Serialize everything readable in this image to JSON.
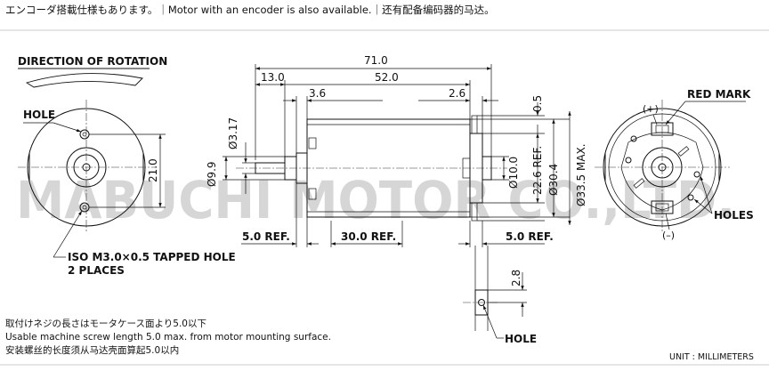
{
  "header": {
    "text": "エンコーダ搭載仕様もあります。｜Motor with an encoder is also available.｜还有配备编码器的马达。"
  },
  "watermark": "MABUCHI MOTOR CO.,LTD.",
  "left_view": {
    "rotation_label": "DIRECTION OF ROTATION",
    "hole_label": "HOLE",
    "dim_vertical": "21.0",
    "tapped_hole_line1": "ISO M3.0×0.5 TAPPED HOLE",
    "tapped_hole_line2": "2 PLACES"
  },
  "side_view": {
    "dim_total": "71.0",
    "dim_13": "13.0",
    "dim_52": "52.0",
    "dim_3_6": "3.6",
    "dim_2_6": "2.6",
    "dim_0_5": "0.5",
    "dim_3_17": "Ø3.17",
    "dim_9_9": "Ø9.9",
    "dim_10": "Ø10.0",
    "dim_22_6": "22.6 REF.",
    "dim_30_4": "Ø30.4",
    "dim_33_5": "Ø33.5 MAX.",
    "dim_5_left": "5.0 REF.",
    "dim_30_ref": "30.0 REF.",
    "dim_5_right": "5.0 REF."
  },
  "terminal_detail": {
    "dim_2_8": "2.8",
    "hole_label": "HOLE"
  },
  "right_view": {
    "red_mark": "RED MARK",
    "plus": "(+)",
    "minus": "(–)",
    "holes": "HOLES"
  },
  "notes": {
    "line1": "取付けネジの長さはモータケース面より5.0以下",
    "line2": "Usable machine screw length 5.0 max. from motor mounting surface.",
    "line3": "安装螺丝的长度须从马达壳面算起5.0以内"
  },
  "unit": "UNIT : MILLIMETERS"
}
